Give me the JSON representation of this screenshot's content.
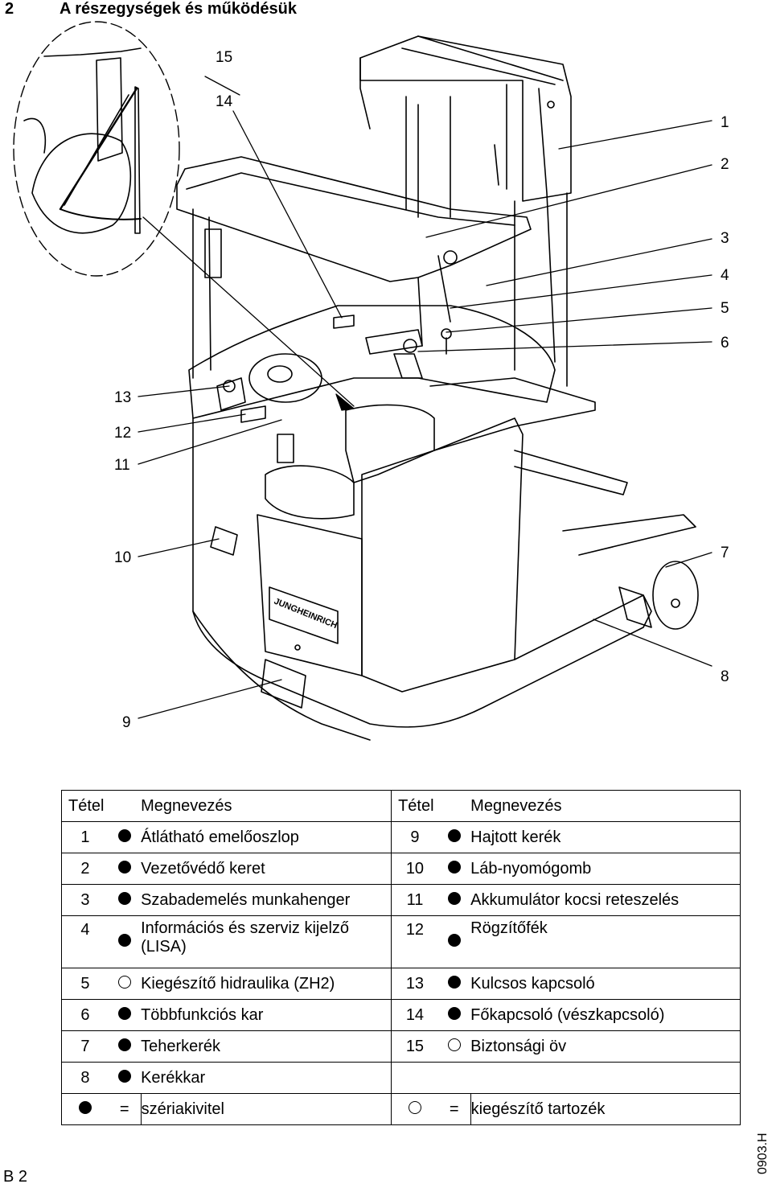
{
  "header": {
    "section_number": "2",
    "title": "A részegységek és működésük"
  },
  "callouts": {
    "c1": "1",
    "c2": "2",
    "c3": "3",
    "c4": "4",
    "c5": "5",
    "c6": "6",
    "c7": "7",
    "c8": "8",
    "c9": "9",
    "c10": "10",
    "c11": "11",
    "c12": "12",
    "c13": "13",
    "c14": "14",
    "c15": "15"
  },
  "table": {
    "col_item": "Tétel",
    "col_name": "Megnevezés",
    "rows": [
      {
        "left": {
          "no": "1",
          "type": "standard",
          "name": "Átlátható emelőoszlop"
        },
        "right": {
          "no": "9",
          "type": "standard",
          "name": "Hajtott kerék"
        }
      },
      {
        "left": {
          "no": "2",
          "type": "standard",
          "name": "Vezetővédő keret"
        },
        "right": {
          "no": "10",
          "type": "standard",
          "name": "Láb-nyomógomb"
        }
      },
      {
        "left": {
          "no": "3",
          "type": "standard",
          "name": "Szabademelés munkahenger"
        },
        "right": {
          "no": "11",
          "type": "standard",
          "name": "Akkumulátor kocsi reteszelés"
        }
      },
      {
        "left": {
          "no": "4",
          "type": "standard",
          "name": "Információs és szerviz kijelző (LISA)"
        },
        "right": {
          "no": "12",
          "type": "standard",
          "name": "Rögzítőfék"
        }
      },
      {
        "left": {
          "no": "5",
          "type": "optional",
          "name": "Kiegészítő hidraulika (ZH2)"
        },
        "right": {
          "no": "13",
          "type": "standard",
          "name": "Kulcsos kapcsoló"
        }
      },
      {
        "left": {
          "no": "6",
          "type": "standard",
          "name": "Többfunkciós kar"
        },
        "right": {
          "no": "14",
          "type": "standard",
          "name": "Főkapcsoló (vészkapcsoló)"
        }
      },
      {
        "left": {
          "no": "7",
          "type": "standard",
          "name": "Teherkerék"
        },
        "right": {
          "no": "15",
          "type": "optional",
          "name": "Biztonsági öv"
        }
      },
      {
        "left": {
          "no": "8",
          "type": "standard",
          "name": "Kerékkar"
        },
        "right": {
          "no": "",
          "type": "",
          "name": ""
        }
      }
    ],
    "legend": {
      "equals": "=",
      "standard": "szériakivitel",
      "optional": "kiegészítő tartozék"
    }
  },
  "footer": {
    "page": "B 2",
    "code": "0903.H"
  }
}
